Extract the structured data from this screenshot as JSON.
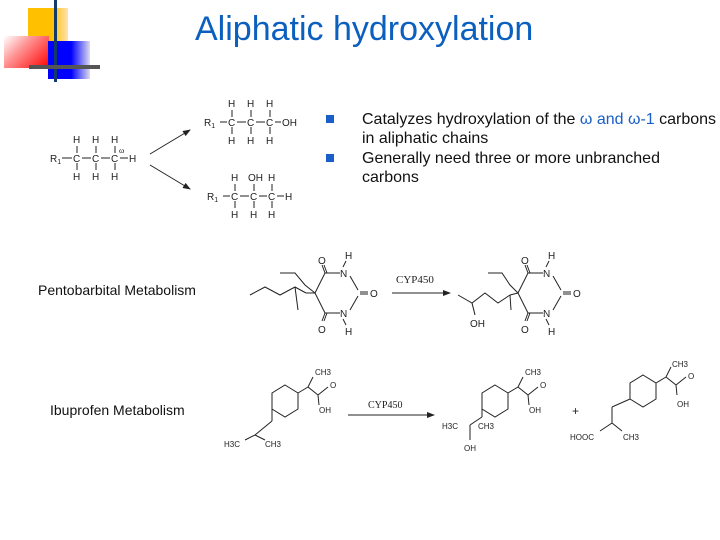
{
  "slide": {
    "title": "Aliphatic hydroxylation",
    "bullets": [
      {
        "text_before": "Catalyzes hydroxylation of the ",
        "highlight": "ω and ω-1",
        "text_after": " carbons in aliphatic chains"
      },
      {
        "text_before": "Generally need three or more unbranched carbons",
        "highlight": "",
        "text_after": ""
      }
    ],
    "colors": {
      "title": "#0b5fbf",
      "bullet": "#1a5fc8",
      "logo_yellow": "#ffc000",
      "logo_red": "#ff0000",
      "logo_blue": "#0000ff"
    }
  },
  "scheme_general": {
    "substrate": {
      "r": "R",
      "sub": "1",
      "h": "H",
      "omega": "ω"
    },
    "product1": {
      "r": "R",
      "sub": "1",
      "oh": "OH",
      "h": "H"
    },
    "product2": {
      "r": "R",
      "sub": "1",
      "oh": "OH",
      "h": "H"
    }
  },
  "pentobarbital": {
    "label": "Pentobarbital Metabolism",
    "enzyme": "CYP450",
    "atoms": {
      "o": "O",
      "n": "N",
      "h": "H",
      "oh": "OH"
    }
  },
  "ibuprofen": {
    "label": "Ibuprofen Metabolism",
    "enzyme": "CYP450",
    "plus": "+",
    "groups": {
      "ch3": "CH3",
      "h3c": "H3C",
      "oh": "OH",
      "o": "O",
      "hooc": "HOOC"
    }
  }
}
